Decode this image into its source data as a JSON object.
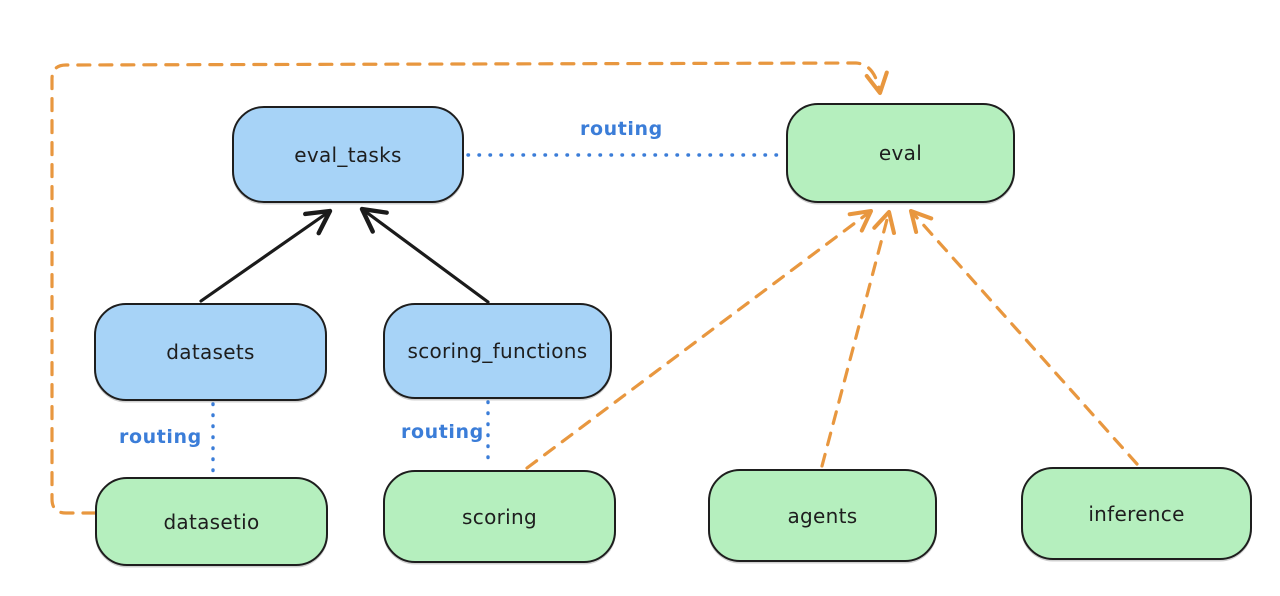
{
  "diagram": {
    "background": "#ffffff",
    "colors": {
      "registry_fill_blue": "#a7d3f7",
      "provider_fill_green": "#b5efbe",
      "node_stroke": "#1e1e1e",
      "routing_label_blue": "#3b7dd8",
      "dashed_arrow_orange": "#e8973f",
      "solid_arrow_black": "#1b1b1b"
    },
    "labels": {
      "routing": "routing"
    },
    "nodes": {
      "eval_tasks": {
        "label": "eval_tasks",
        "fill": "#a7d3f7"
      },
      "datasets": {
        "label": "datasets",
        "fill": "#a7d3f7"
      },
      "scoring_functions": {
        "label": "scoring_functions",
        "fill": "#a7d3f7"
      },
      "eval": {
        "label": "eval",
        "fill": "#b5efbe"
      },
      "datasetio": {
        "label": "datasetio",
        "fill": "#b5efbe"
      },
      "scoring": {
        "label": "scoring",
        "fill": "#b5efbe"
      },
      "agents": {
        "label": "agents",
        "fill": "#b5efbe"
      },
      "inference": {
        "label": "inference",
        "fill": "#b5efbe"
      }
    },
    "edges": [
      {
        "from": "datasets",
        "to": "eval_tasks",
        "style": "solid-black-arrow"
      },
      {
        "from": "scoring_functions",
        "to": "eval_tasks",
        "style": "solid-black-arrow"
      },
      {
        "from": "eval_tasks",
        "to": "eval",
        "style": "dotted-blue-line",
        "label": "routing"
      },
      {
        "from": "datasets",
        "to": "datasetio",
        "style": "dotted-blue-line",
        "label": "routing"
      },
      {
        "from": "scoring_functions",
        "to": "scoring",
        "style": "dotted-blue-line",
        "label": "routing"
      },
      {
        "from": "datasetio",
        "to": "eval",
        "style": "dashed-orange-arrow"
      },
      {
        "from": "scoring",
        "to": "eval",
        "style": "dashed-orange-arrow"
      },
      {
        "from": "agents",
        "to": "eval",
        "style": "dashed-orange-arrow"
      },
      {
        "from": "inference",
        "to": "eval",
        "style": "dashed-orange-arrow"
      }
    ]
  }
}
